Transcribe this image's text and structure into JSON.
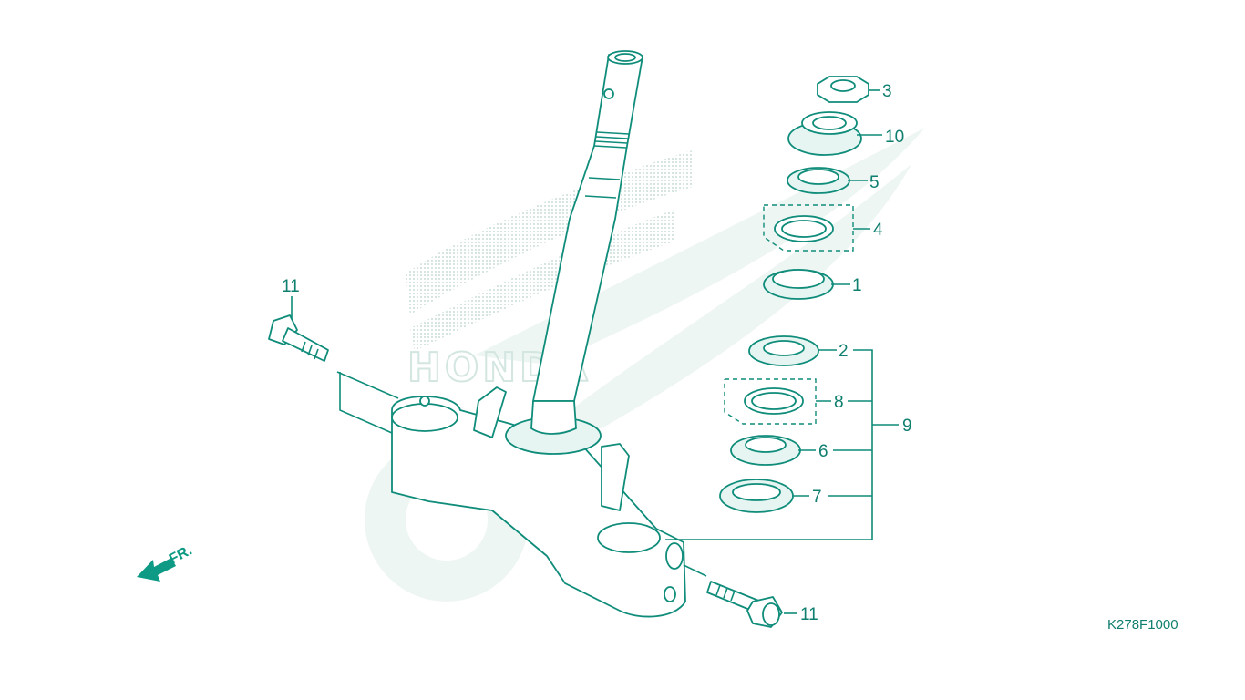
{
  "diagram": {
    "callouts": [
      {
        "id": "c3",
        "number": "3"
      },
      {
        "id": "c10",
        "number": "10"
      },
      {
        "id": "c5",
        "number": "5"
      },
      {
        "id": "c4",
        "number": "4"
      },
      {
        "id": "c1",
        "number": "1"
      },
      {
        "id": "c2",
        "number": "2"
      },
      {
        "id": "c8",
        "number": "8"
      },
      {
        "id": "c9",
        "number": "9"
      },
      {
        "id": "c6",
        "number": "6"
      },
      {
        "id": "c7",
        "number": "7"
      },
      {
        "id": "c11a",
        "number": "11"
      },
      {
        "id": "c11b",
        "number": "11"
      }
    ],
    "direction_label": "FR.",
    "figure_code": "K278F1000",
    "watermark_text": "HONDA",
    "colors": {
      "line": "#0f8c7a",
      "watermark": "#eef6f3",
      "text": "#0f7f6f"
    }
  }
}
